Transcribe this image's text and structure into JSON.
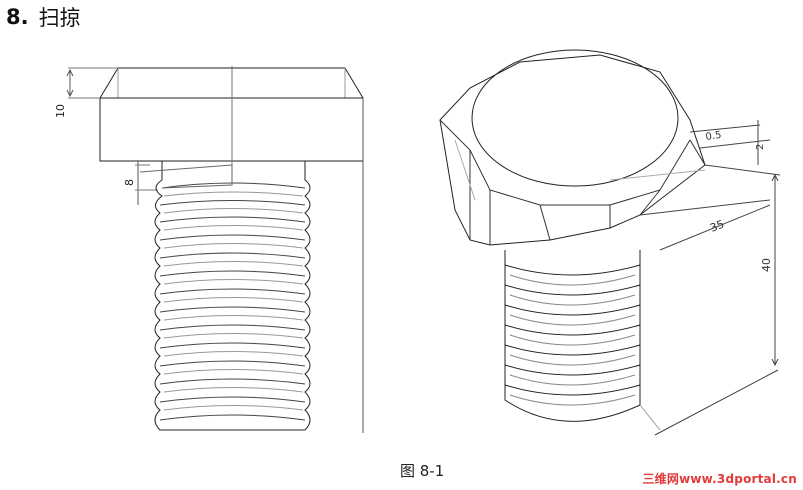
{
  "section": {
    "number": "8.",
    "title": "扫掠"
  },
  "left_view": {
    "dim_head_height": "10",
    "dim_thread": "8"
  },
  "right_view": {
    "dim_chamfer": "0.5",
    "dim_chamfer_depth": "2",
    "dim_width": "35",
    "dim_length": "40"
  },
  "caption": "图 8-1",
  "watermark": "三维网www.3dportal.cn"
}
